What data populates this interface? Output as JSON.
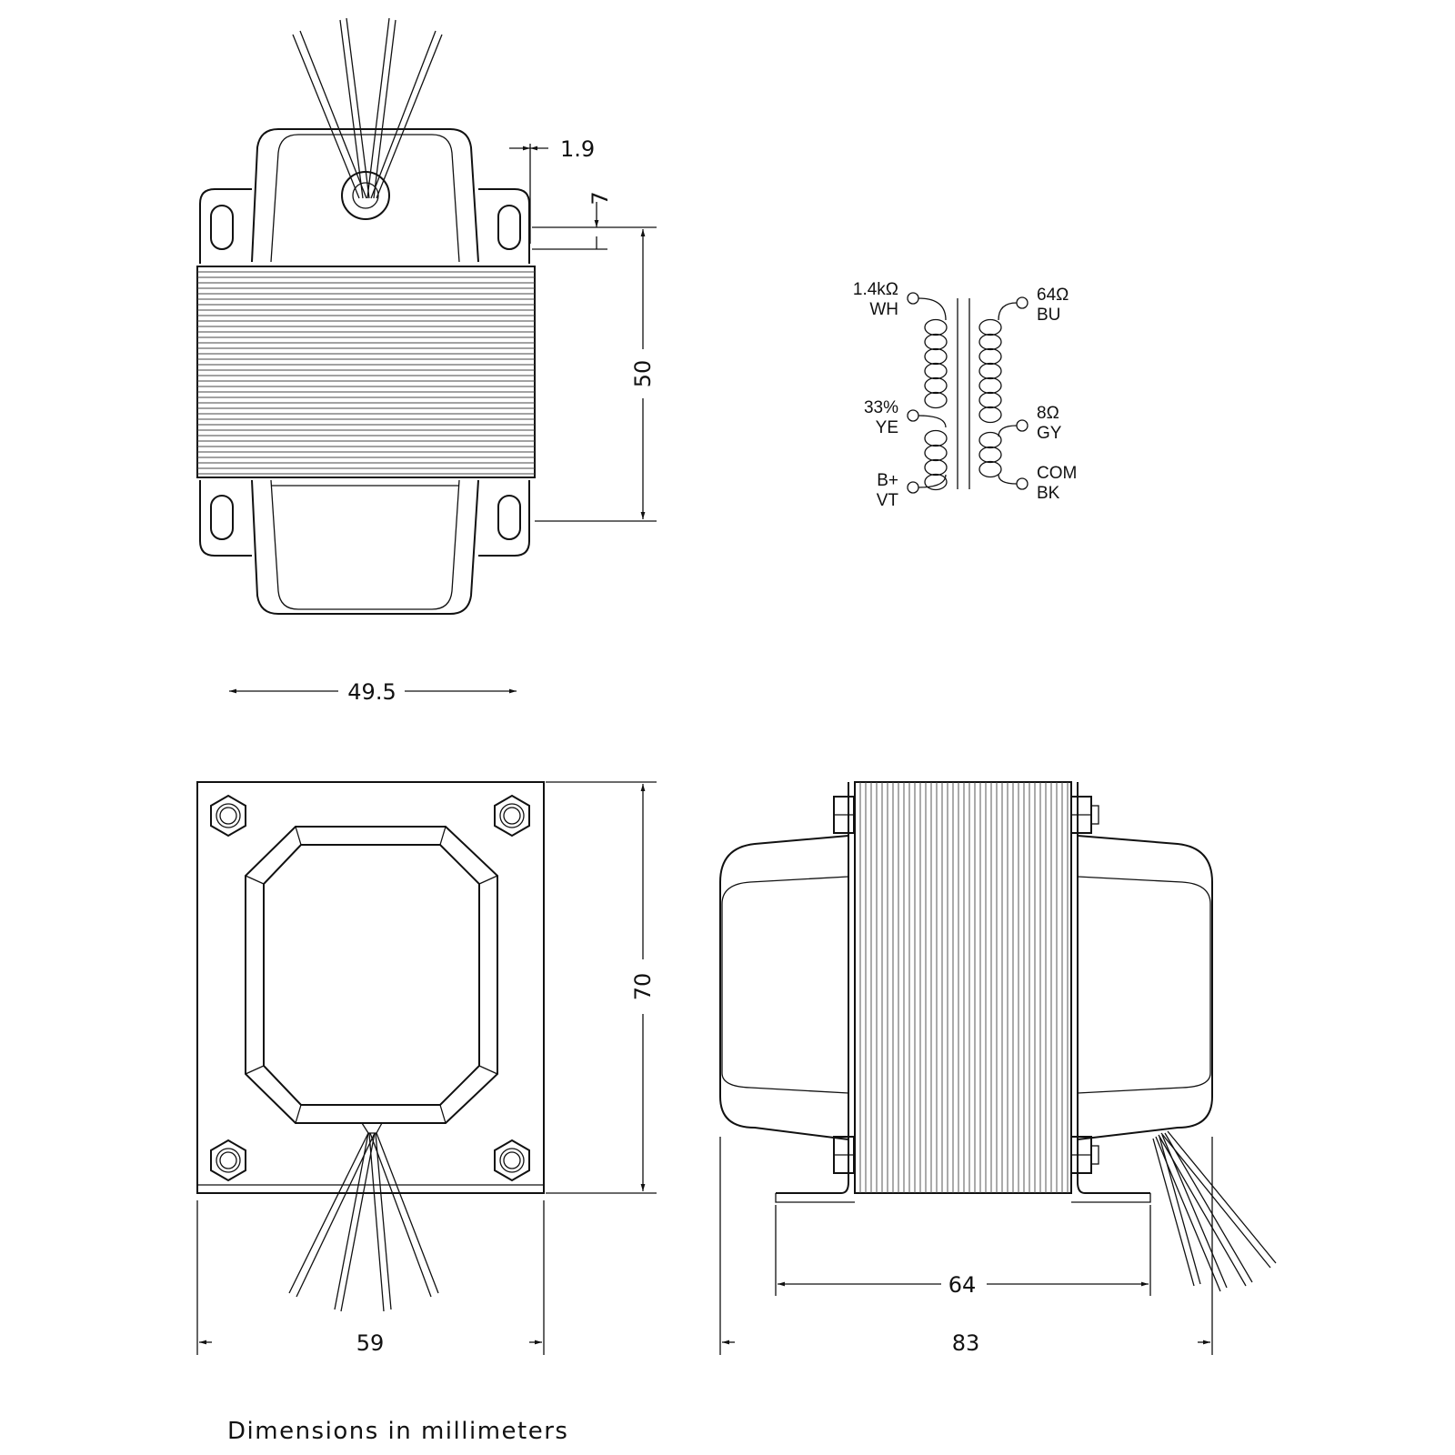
{
  "caption": "Dimensions in millimeters",
  "dimensions": {
    "hole_offset": "1.9",
    "hole_spacing": "7",
    "core_height": "50",
    "top_width": "49.5",
    "base_height": "70",
    "base_width": "59",
    "mount_width": "64",
    "overall_length": "83"
  },
  "schematic": {
    "primary": [
      {
        "value": "1.4kΩ",
        "color": "WH"
      },
      {
        "value": "33%",
        "color": "YE"
      },
      {
        "value": "B+",
        "color": "VT"
      }
    ],
    "secondary": [
      {
        "value": "64Ω",
        "color": "BU"
      },
      {
        "value": "8Ω",
        "color": "GY"
      },
      {
        "value": "COM",
        "color": "BK"
      }
    ]
  },
  "colors": {
    "line": "#111111",
    "background": "#ffffff"
  }
}
